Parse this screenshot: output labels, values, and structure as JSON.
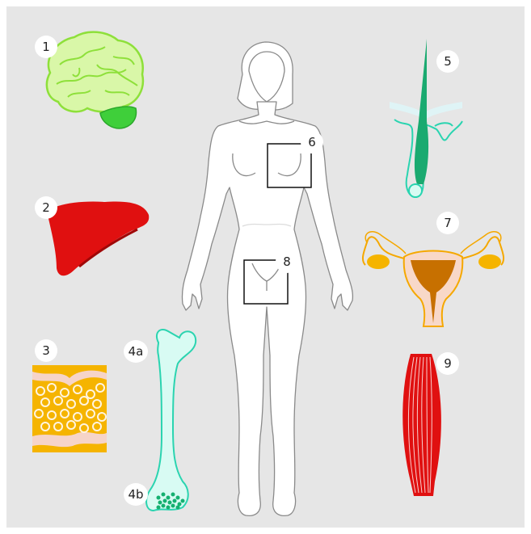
{
  "labels": {
    "l1": "1",
    "l2": "2",
    "l3": "3",
    "l4a": "4a",
    "l4b": "4b",
    "l5": "5",
    "l6": "6",
    "l7": "7",
    "l8": "8",
    "l9": "9"
  },
  "colors": {
    "background": "#e6e6e6",
    "body_fill": "#ffffff",
    "body_outline": "#8a8a8a",
    "brain": "#d9f7a8",
    "brain_outline": "#8ee03a",
    "cerebellum": "#3fcf3a",
    "liver": "#e01010",
    "fat_yellow": "#f5b400",
    "fat_pink": "#f6d4c8",
    "bone": "#d8fbf3",
    "bone_outline": "#2ad4b0",
    "hair": "#1aaa70",
    "uterus_outline": "#f5a800",
    "uterus_fill": "#f8d8c8",
    "uterus_inner": "#c77000",
    "muscle": "#e01010"
  }
}
